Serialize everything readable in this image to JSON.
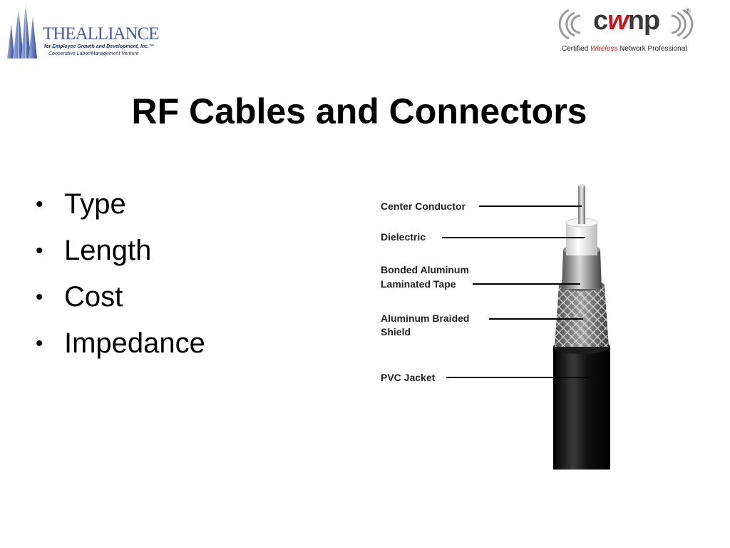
{
  "slide": {
    "title": "RF Cables and Connectors",
    "bullets": [
      "Type",
      "Length",
      "Cost",
      "Impedance"
    ]
  },
  "logos": {
    "alliance": {
      "name": "THEALLIANCE",
      "line1": "for Employee Growth and Development, Inc.™",
      "line2": "Cooperative Labor/Management Venture"
    },
    "cwnp": {
      "prefix": "c",
      "accent": "w",
      "suffix": "np",
      "registered": "®",
      "tag_pre": "Certified ",
      "tag_accent": "Wireless",
      "tag_post": " Network Professional"
    }
  },
  "diagram": {
    "labels": {
      "center": "Center Conductor",
      "dielectric": "Dielectric",
      "tape_1": "Bonded Aluminum",
      "tape_2": "Laminated Tape",
      "braid_1": "Aluminum Braided",
      "braid_2": "Shield",
      "jacket": "PVC Jacket"
    }
  },
  "colors": {
    "alliance_blue": "#4a5aa0",
    "cwnp_red": "#c8161d",
    "jacket": "#111111"
  }
}
